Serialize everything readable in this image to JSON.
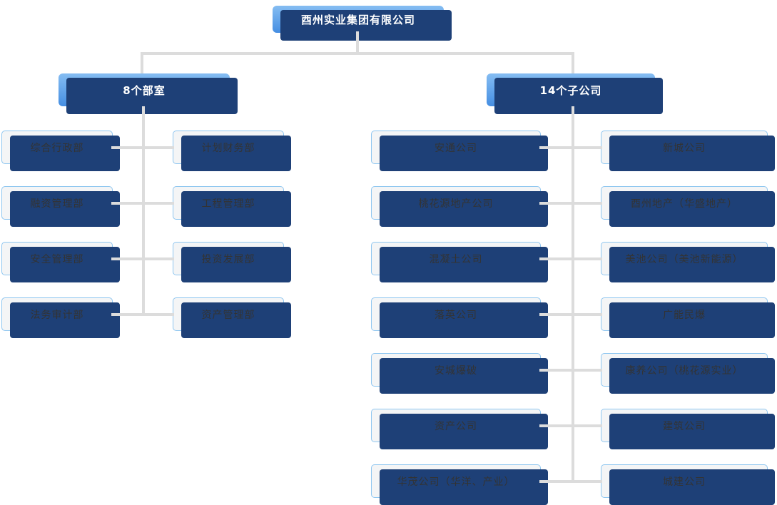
{
  "root": {
    "label": "酉州实业集团有限公司"
  },
  "branches": [
    {
      "label": "8个部室",
      "children": [
        "综合行政部",
        "计划财务部",
        "融资管理部",
        "工程管理部",
        "安全管理部",
        "投资发展部",
        "法务审计部",
        "资产管理部"
      ]
    },
    {
      "label": "14个子公司",
      "children": [
        "安通公司",
        "新城公司",
        "桃花源地产公司",
        "酉州地产（华盛地产）",
        "混凝土公司",
        "美池公司（美池新能源）",
        "落英公司",
        "广能民爆",
        "安城爆破",
        "康养公司（桃花源实业）",
        "资产公司",
        "建筑公司",
        "华茂公司（华洋、产业）",
        "城建公司"
      ]
    }
  ],
  "colors": {
    "node_bg": "#f4f5f6",
    "node_border": "#8ec6f0",
    "shadow": "#1e4077",
    "blue_top": "#85bdf2",
    "blue_bottom": "#458ee2",
    "connector": "#dcdcdc",
    "node_text": "#333333",
    "blue_text": "#ffffff"
  }
}
